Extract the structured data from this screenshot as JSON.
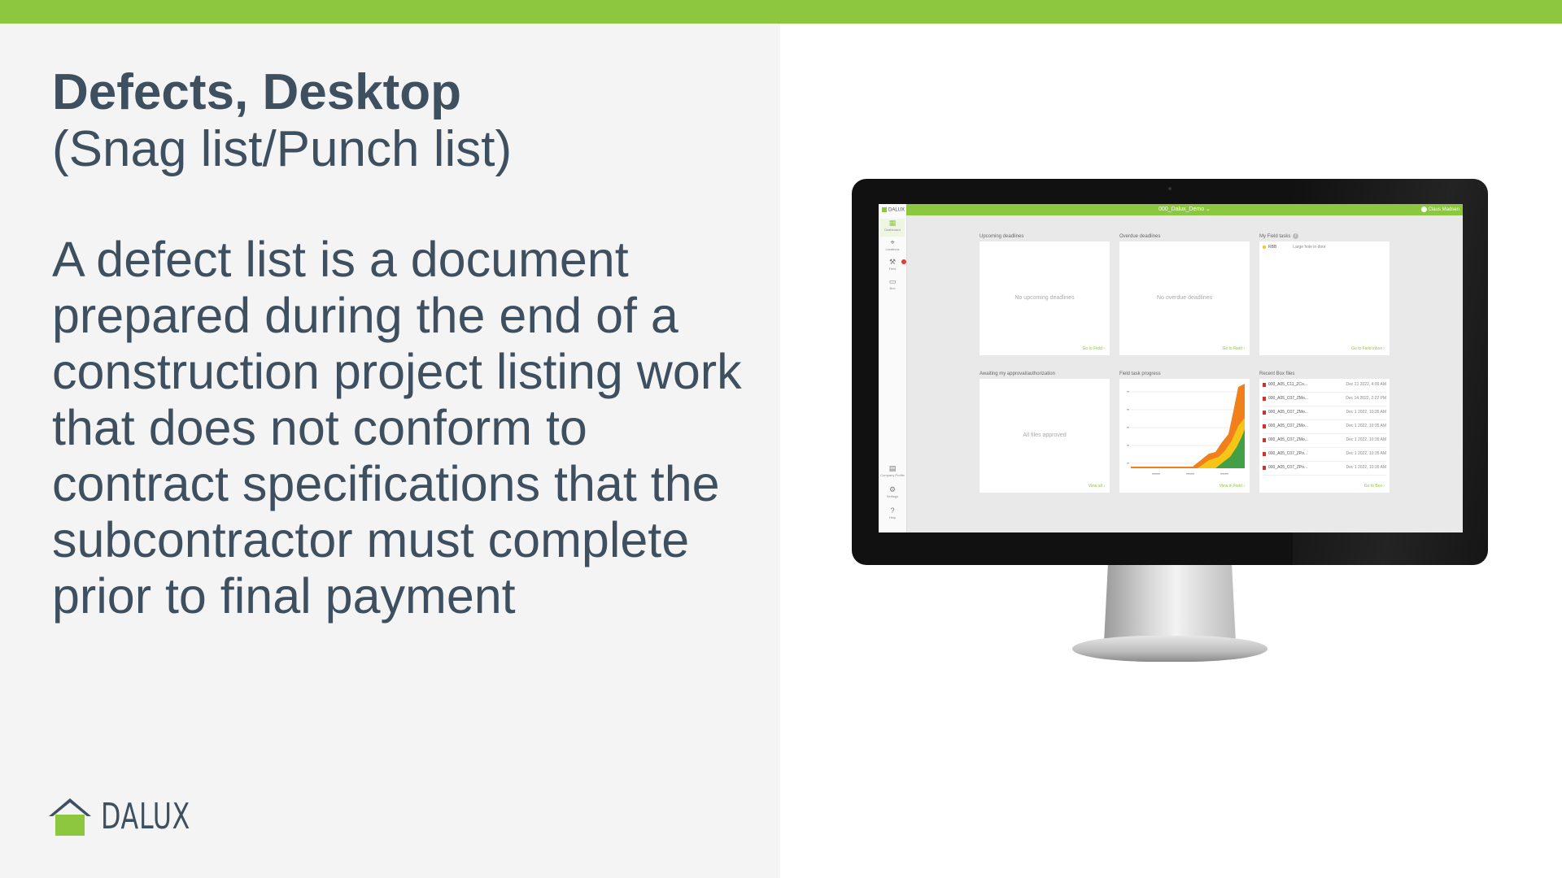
{
  "slide": {
    "title": "Defects, Desktop",
    "subtitle": "(Snag list/Punch list)",
    "body": "A defect list is a document prepared during the end of a construction project listing work that does not conform to contract specifications that the subcontractor must complete prior to final payment",
    "logo_text": "DALUX",
    "colors": {
      "accent": "#8dc63f",
      "text": "#3e4f5f",
      "panel": "#f4f4f4"
    }
  },
  "app": {
    "logo": "DALUX",
    "project_name": "000_Dalux_Demo  ⌄",
    "user_name": "Claus Madsen",
    "sidebar": [
      {
        "icon": "▦",
        "label": "Dashboard"
      },
      {
        "icon": "⌖",
        "label": "Locations"
      },
      {
        "icon": "⚒",
        "label": "Field"
      },
      {
        "icon": "▭",
        "label": "Box"
      }
    ],
    "sidebar_bottom": [
      {
        "icon": "▤",
        "label": "Company Profile"
      },
      {
        "icon": "⚙",
        "label": "Settings"
      },
      {
        "icon": "?",
        "label": "Help"
      }
    ],
    "widgets": {
      "upcoming": {
        "title": "Upcoming deadlines",
        "message": "No upcoming deadlines",
        "link": "Go to Field ›"
      },
      "overdue": {
        "title": "Overdue deadlines",
        "message": "No overdue deadlines",
        "link": "Go to Field ›"
      },
      "my_tasks": {
        "title": "My Field tasks",
        "info": "i",
        "task_label": "RBB",
        "task_desc": "Large hole in door",
        "link": "Go to Field inbox ›"
      },
      "approval": {
        "title": "Awaiting my approval/authorization",
        "message": "All files approved",
        "link": "View all ›"
      },
      "progress": {
        "title": "Field task progress",
        "link": "View in Field ›"
      },
      "recent": {
        "title": "Recent Box files",
        "link": "Go to Box ›",
        "files": [
          {
            "name": "000_A05_C11_ZCo...",
            "date": "Dec 21 2022, 4:00 AM"
          },
          {
            "name": "000_A05_C07_ZMo...",
            "date": "Dec 14 2022, 2:22 PM"
          },
          {
            "name": "000_A05_C07_ZMo...",
            "date": "Dec 1 2022, 10:35 AM"
          },
          {
            "name": "000_A05_C07_ZMo...",
            "date": "Dec 1 2022, 10:35 AM"
          },
          {
            "name": "000_A05_C07_ZMo...",
            "date": "Dec 1 2022, 10:35 AM"
          },
          {
            "name": "000_A05_C07_ZPo...",
            "date": "Dec 1 2022, 10:35 AM"
          },
          {
            "name": "000_A05_C07_ZPo...",
            "date": "Dec 1 2022, 10:35 AM"
          }
        ]
      }
    }
  }
}
